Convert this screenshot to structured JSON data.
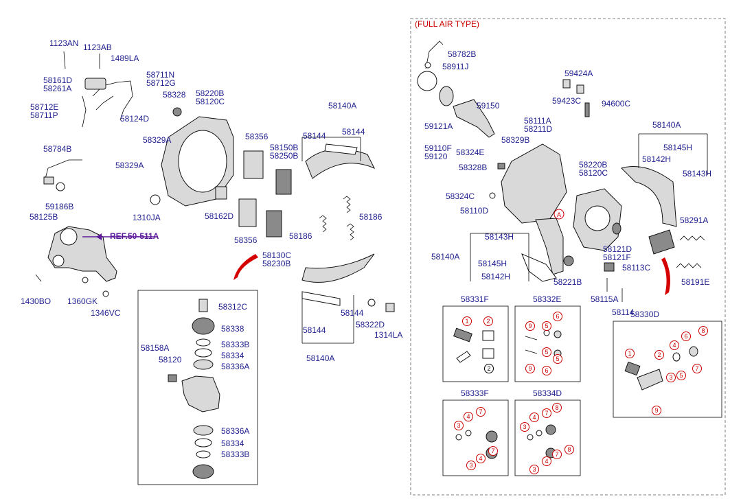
{
  "full_air_type_label": "(FULL AIR TYPE)",
  "ref_label": "REF.50-511A",
  "left_labels": [
    "1123AN",
    "1123AB",
    "1489LA",
    "58711N",
    "58712G",
    "58161D",
    "58261A",
    "58712E",
    "58711P",
    "58328",
    "58220B",
    "58120C",
    "58124D",
    "58329A",
    "58329A",
    "58784B",
    "58356",
    "58150B",
    "58250B",
    "58140A",
    "58144",
    "58144",
    "59186B",
    "58125B",
    "1310JA",
    "58162D",
    "58356",
    "58186",
    "58186",
    "58130C",
    "58230B",
    "1430BO",
    "1360GK",
    "1346VC",
    "58144",
    "58322D",
    "1314LA",
    "58144",
    "58140A"
  ],
  "inset_labels": [
    "58312C",
    "58338",
    "58158A",
    "58333B",
    "58334",
    "58120",
    "58336A",
    "58336A",
    "58334",
    "58333B"
  ],
  "right_labels": [
    "58782B",
    "58911J",
    "59424A",
    "59150",
    "59423C",
    "94600C",
    "59121A",
    "58111A",
    "58211D",
    "58140A",
    "58329B",
    "58145H",
    "59110F",
    "59120",
    "58324E",
    "58142H",
    "58143H",
    "58220B",
    "58120C",
    "58328B",
    "58324C",
    "58110D",
    "58291A",
    "58143H",
    "58140A",
    "58145H",
    "58142H",
    "58121D",
    "58121F",
    "58113C",
    "58221B",
    "58191E",
    "58115A",
    "58114"
  ],
  "kits": [
    {
      "label": "58331F",
      "callouts": [
        "1",
        "2",
        "2"
      ]
    },
    {
      "label": "58332E",
      "callouts": [
        "9",
        "5",
        "6",
        "5",
        "6",
        "9",
        "5"
      ]
    },
    {
      "label": "58330D",
      "callouts": [
        "1",
        "2",
        "3",
        "4",
        "5",
        "6",
        "7",
        "8",
        "9"
      ]
    },
    {
      "label": "58333F",
      "callouts": [
        "3",
        "4",
        "7",
        "3",
        "4",
        "7"
      ]
    },
    {
      "label": "58334D",
      "callouts": [
        "3",
        "4",
        "7",
        "8",
        "3",
        "4",
        "7",
        "8"
      ]
    }
  ],
  "callout_a": "A"
}
